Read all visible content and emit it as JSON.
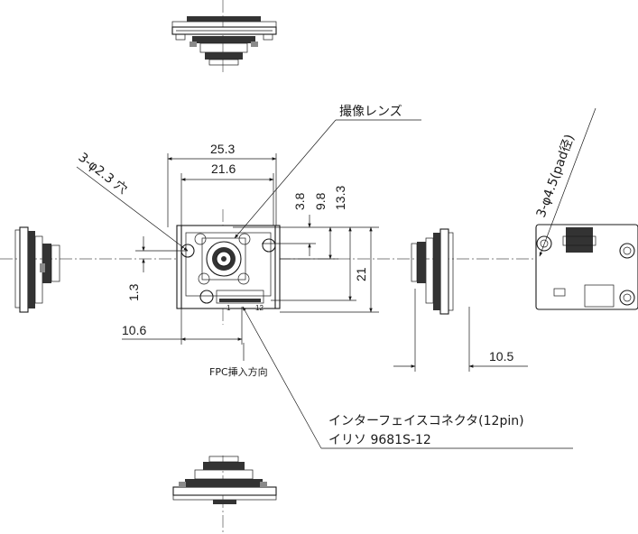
{
  "dimensions": {
    "width_25_3": "25.3",
    "width_21_6": "21.6",
    "height_3_8": "3.8",
    "height_9_8": "9.8",
    "height_13_3": "13.3",
    "height_21": "21",
    "offset_1_3": "1.3",
    "offset_10_6": "10.6",
    "depth_10_5": "10.5"
  },
  "callouts": {
    "holes": "3-φ2.3 穴",
    "lens": "撮像レンズ",
    "pads": "3-φ4.5(pad径)",
    "fpc_direction": "FPC挿入方向",
    "connector_line1": "インターフェイスコネクタ(12pin)",
    "connector_line2": "イリソ 9681S-12"
  },
  "pin_labels": {
    "pin_1": "1",
    "pin_12": "12"
  }
}
